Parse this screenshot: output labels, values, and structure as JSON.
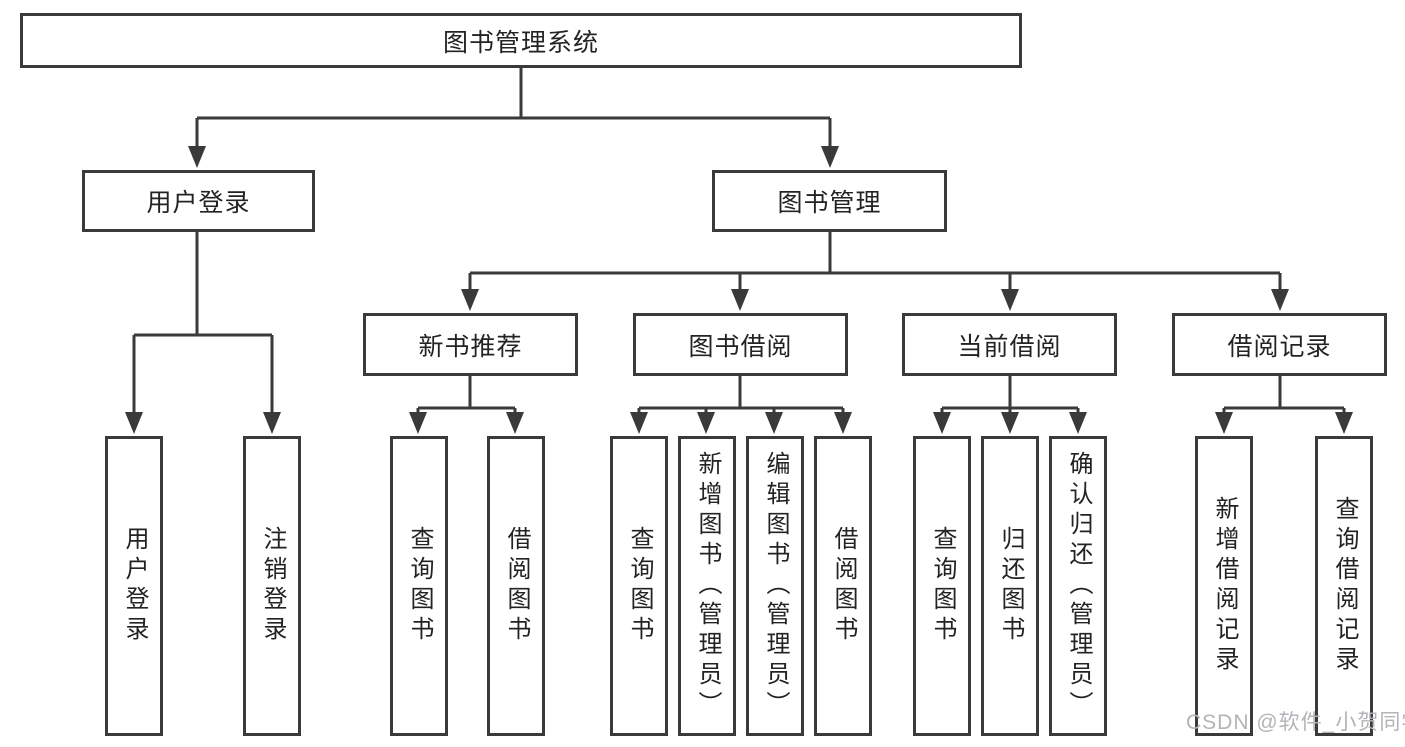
{
  "colors": {
    "line": "#3a3a3a",
    "node_border": "#3a3a3a",
    "text": "#232323",
    "watermark": "#b4b4b8",
    "background": "#ffffff"
  },
  "tree": {
    "root": {
      "label": "图书管理系统"
    },
    "branches": [
      {
        "label": "用户登录",
        "children": [
          {
            "label": "用户登录"
          },
          {
            "label": "注销登录"
          }
        ]
      },
      {
        "label": "图书管理",
        "children": [
          {
            "label": "新书推荐",
            "children": [
              {
                "label": "查询图书"
              },
              {
                "label": "借阅图书"
              }
            ]
          },
          {
            "label": "图书借阅",
            "children": [
              {
                "label": "查询图书"
              },
              {
                "label": "新增图书（管理员）"
              },
              {
                "label": "编辑图书（管理员）"
              },
              {
                "label": "借阅图书"
              }
            ]
          },
          {
            "label": "当前借阅",
            "children": [
              {
                "label": "查询图书"
              },
              {
                "label": "归还图书"
              },
              {
                "label": "确认归还（管理员）"
              }
            ]
          },
          {
            "label": "借阅记录",
            "children": [
              {
                "label": "新增借阅记录"
              },
              {
                "label": "查询借阅记录"
              }
            ]
          }
        ]
      }
    ]
  },
  "watermark": {
    "text": "CSDN @软件_小贺同学"
  }
}
